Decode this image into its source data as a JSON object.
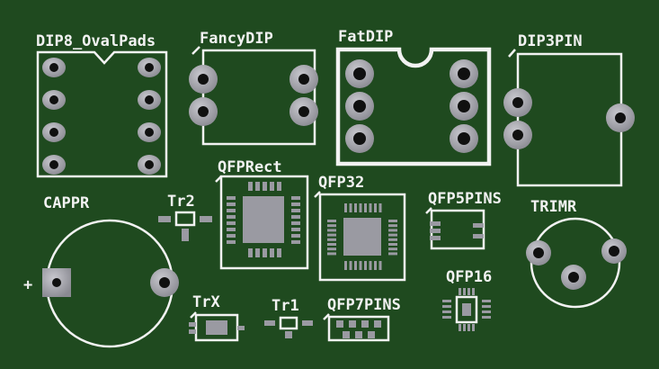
{
  "board": {
    "background": "#1f4a1f",
    "silk_color": "#f2f2f2",
    "pad_color": "#9a9aa2",
    "hole_color": "#101010"
  },
  "components": [
    {
      "id": "dip8",
      "label": "DIP8_OvalPads"
    },
    {
      "id": "fancydip",
      "label": "FancyDIP"
    },
    {
      "id": "fatdip",
      "label": "FatDIP"
    },
    {
      "id": "dip3pin",
      "label": "DIP3PIN"
    },
    {
      "id": "cappr",
      "label": "CAPPR",
      "polarity": "+"
    },
    {
      "id": "tr2",
      "label": "Tr2"
    },
    {
      "id": "qfprect",
      "label": "QFPRect"
    },
    {
      "id": "qfp32",
      "label": "QFP32"
    },
    {
      "id": "qfp5pins",
      "label": "QFP5PINS"
    },
    {
      "id": "trimr",
      "label": "TRIMR"
    },
    {
      "id": "trx",
      "label": "TrX"
    },
    {
      "id": "tr1",
      "label": "Tr1"
    },
    {
      "id": "qfp7pins",
      "label": "QFP7PINS"
    },
    {
      "id": "qfp16",
      "label": "QFP16"
    }
  ]
}
